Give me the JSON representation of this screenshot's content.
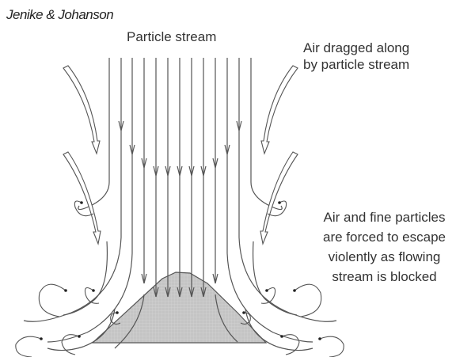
{
  "credit": "Jenike & Johanson",
  "labels": {
    "particle_stream": "Particle stream",
    "air_dragged": [
      "Air dragged along",
      "by particle stream"
    ],
    "air_escape": [
      "Air and fine particles",
      "are forced to escape",
      "violently as flowing",
      "stream is blocked"
    ]
  },
  "colors": {
    "line": "#555555",
    "pile": "#c8c8c8"
  }
}
